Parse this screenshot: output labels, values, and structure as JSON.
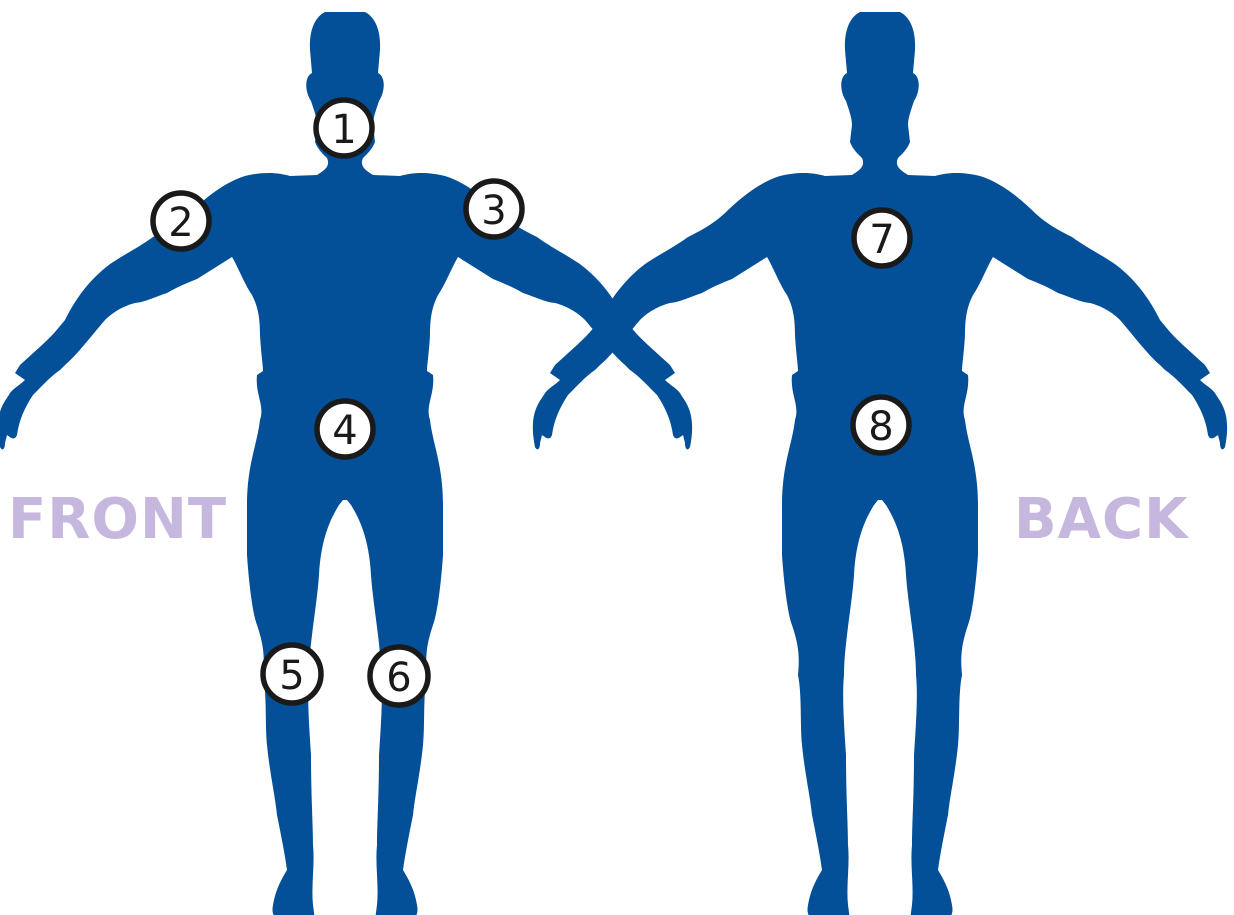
{
  "labels": {
    "front": "FRONT",
    "back": "BACK"
  },
  "colors": {
    "body": "#035099",
    "label": "#c6b7de",
    "marker_fill": "#ffffff",
    "marker_stroke": "#1a1a1a"
  },
  "markers": [
    "1",
    "2",
    "3",
    "4",
    "5",
    "6",
    "7",
    "8"
  ]
}
